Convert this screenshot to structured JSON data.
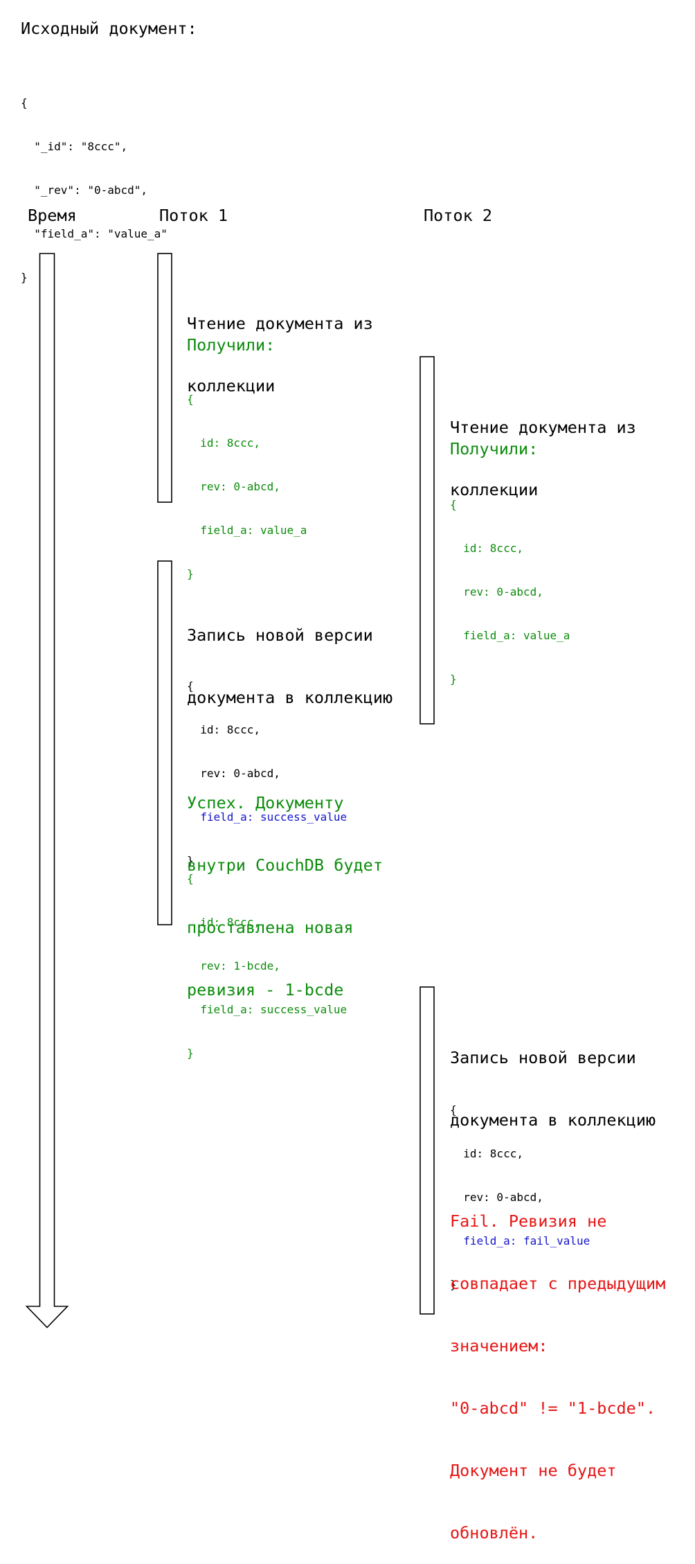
{
  "colors": {
    "green": "#0c8c0c",
    "blue": "#1414cc",
    "red": "#e61414",
    "black": "#000000",
    "background": "#ffffff"
  },
  "intro": {
    "title": "Исходный документ:",
    "code": [
      "{",
      "  \"_id\": \"8ccc\",",
      "  \"_rev\": \"0-abcd\",",
      "  \"field_a\": \"value_a\"",
      "}"
    ]
  },
  "columns": {
    "time_label": "Время",
    "thread1_label": "Поток 1",
    "thread2_label": "Поток 2"
  },
  "blocks": {
    "t1_read": {
      "title": [
        "Чтение документа из",
        "коллекции"
      ],
      "result_label": "Получили:",
      "code": [
        "{",
        "  id: 8ccc,",
        "  rev: 0-abcd,",
        "  field_a: value_a",
        "}"
      ]
    },
    "t2_read": {
      "title": [
        "Чтение документа из",
        "коллекции"
      ],
      "result_label": "Получили:",
      "code": [
        "{",
        "  id: 8ccc,",
        "  rev: 0-abcd,",
        "  field_a: value_a",
        "}"
      ]
    },
    "t1_write": {
      "title": [
        "Запись новой версии",
        "документа в коллекцию"
      ],
      "code": [
        "{",
        "  id: 8ccc,",
        "  rev: 0-abcd,",
        "  field_a: success_value",
        "}"
      ],
      "success_text": [
        "Успех. Документу",
        "внутри CouchDB будет",
        "проставлена новая",
        "ревизия - 1-bcde"
      ],
      "success_code": [
        "{",
        "  id: 8ccc,",
        "  rev: 1-bcde,",
        "  field_a: success_value",
        "}"
      ]
    },
    "t2_write": {
      "title": [
        "Запись новой версии",
        "документа в коллекцию"
      ],
      "code": [
        "{",
        "  id: 8ccc,",
        "  rev: 0-abcd,",
        "  field_a: fail_value",
        "}"
      ],
      "fail_text": [
        "Fail. Ревизия не",
        "совпадает с предыдущим",
        "значением:",
        "\"0-abcd\" != \"1-bcde\".",
        "Документ не будет",
        "обновлён."
      ]
    }
  }
}
